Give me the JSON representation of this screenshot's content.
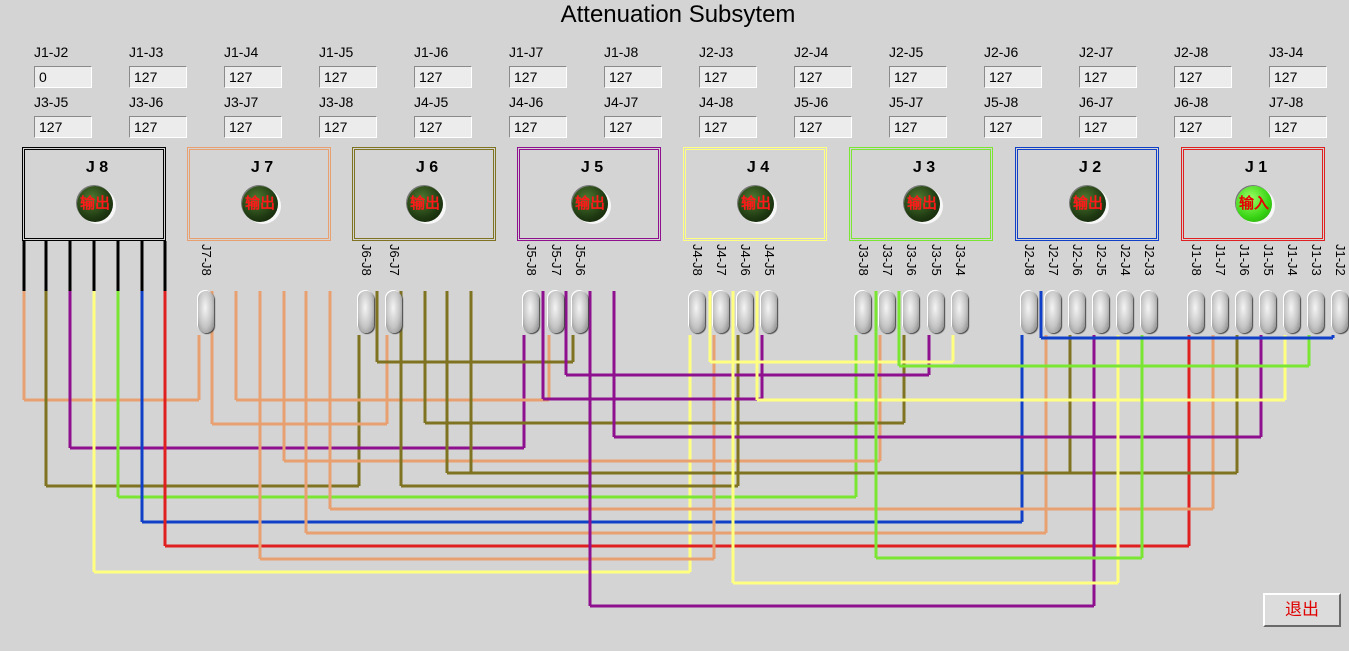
{
  "title": "Attenuation Subsytem",
  "attenuators": [
    {
      "label": "J1-J2",
      "value": "0"
    },
    {
      "label": "J1-J3",
      "value": "127"
    },
    {
      "label": "J1-J4",
      "value": "127"
    },
    {
      "label": "J1-J5",
      "value": "127"
    },
    {
      "label": "J1-J6",
      "value": "127"
    },
    {
      "label": "J1-J7",
      "value": "127"
    },
    {
      "label": "J1-J8",
      "value": "127"
    },
    {
      "label": "J2-J3",
      "value": "127"
    },
    {
      "label": "J2-J4",
      "value": "127"
    },
    {
      "label": "J2-J5",
      "value": "127"
    },
    {
      "label": "J2-J6",
      "value": "127"
    },
    {
      "label": "J2-J7",
      "value": "127"
    },
    {
      "label": "J2-J8",
      "value": "127"
    },
    {
      "label": "J3-J4",
      "value": "127"
    },
    {
      "label": "J3-J5",
      "value": "127"
    },
    {
      "label": "J3-J6",
      "value": "127"
    },
    {
      "label": "J3-J7",
      "value": "127"
    },
    {
      "label": "J3-J8",
      "value": "127"
    },
    {
      "label": "J4-J5",
      "value": "127"
    },
    {
      "label": "J4-J6",
      "value": "127"
    },
    {
      "label": "J4-J7",
      "value": "127"
    },
    {
      "label": "J4-J8",
      "value": "127"
    },
    {
      "label": "J5-J6",
      "value": "127"
    },
    {
      "label": "J5-J7",
      "value": "127"
    },
    {
      "label": "J5-J8",
      "value": "127"
    },
    {
      "label": "J6-J7",
      "value": "127"
    },
    {
      "label": "J6-J8",
      "value": "127"
    },
    {
      "label": "J7-J8",
      "value": "127"
    }
  ],
  "modules": [
    {
      "name": "J 8",
      "color": "#000000",
      "indicator": "输出",
      "active": false
    },
    {
      "name": "J 7",
      "color": "#e8a070",
      "indicator": "输出",
      "active": false
    },
    {
      "name": "J 6",
      "color": "#7f7322",
      "indicator": "输出",
      "active": false
    },
    {
      "name": "J 5",
      "color": "#8e108e",
      "indicator": "输出",
      "active": false
    },
    {
      "name": "J 4",
      "color": "#ffff80",
      "indicator": "输出",
      "active": false
    },
    {
      "name": "J 3",
      "color": "#7ae632",
      "indicator": "输出",
      "active": false
    },
    {
      "name": "J 2",
      "color": "#1040c8",
      "indicator": "输出",
      "active": false
    },
    {
      "name": "J 1",
      "color": "#e02020",
      "indicator": "输入",
      "active": true
    }
  ],
  "switch_groups": [
    [
      "J7-J8"
    ],
    [
      "J6-J8",
      "J6-J7"
    ],
    [
      "J5-J8",
      "J5-J7",
      "J5-J6"
    ],
    [
      "J4-J8",
      "J4-J7",
      "J4-J6",
      "J4-J5"
    ],
    [
      "J3-J8",
      "J3-J7",
      "J3-J6",
      "J3-J5",
      "J3-J4"
    ],
    [
      "J2-J8",
      "J2-J7",
      "J2-J6",
      "J2-J5",
      "J2-J4",
      "J2-J3"
    ],
    [
      "J1-J8",
      "J1-J7",
      "J1-J6",
      "J1-J5",
      "J1-J4",
      "J1-J3",
      "J1-J2"
    ]
  ],
  "exit_label": "退出"
}
